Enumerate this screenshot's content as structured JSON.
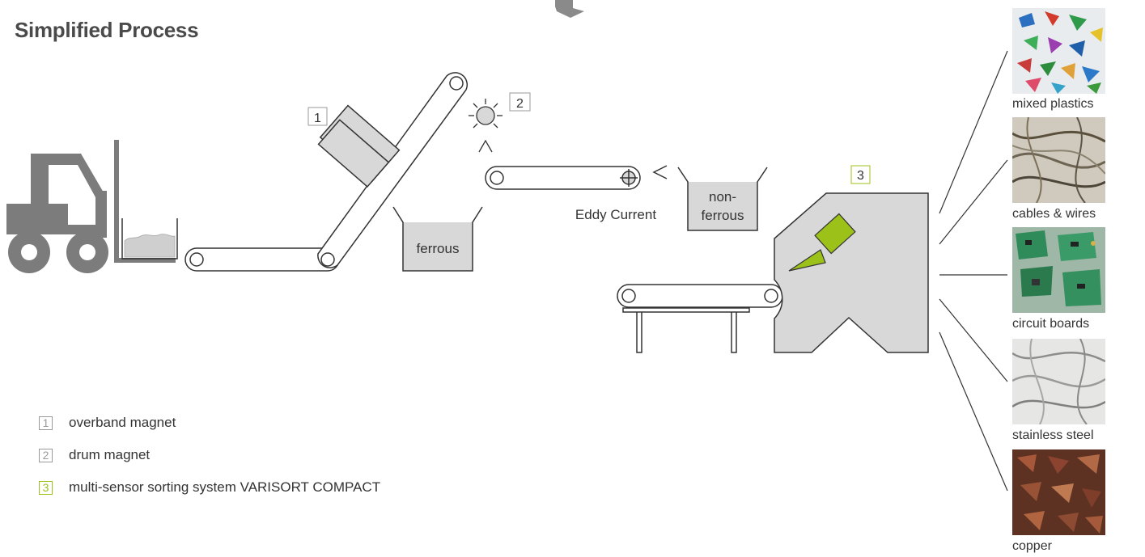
{
  "title": "Simplified Process",
  "colors": {
    "machine_gray": "#7c7c7c",
    "light_fill": "#d8d8d8",
    "accent_green": "#9cc21a",
    "line": "#333333"
  },
  "diagram": {
    "marker_1": "1",
    "marker_2": "2",
    "marker_3": "3",
    "ferrous_label": "ferrous",
    "nonferrous_label_line1": "non-",
    "nonferrous_label_line2": "ferrous",
    "eddy_current_label": "Eddy Current"
  },
  "legend": [
    {
      "num": "1",
      "text": "overband magnet"
    },
    {
      "num": "2",
      "text": "drum magnet"
    },
    {
      "num": "3",
      "text": "multi-sensor sorting system VARISORT COMPACT"
    }
  ],
  "outputs": [
    {
      "label": "mixed plastics",
      "icon": "mixed-plastics-photo"
    },
    {
      "label": "cables & wires",
      "icon": "cables-wires-photo"
    },
    {
      "label": "circuit boards",
      "icon": "circuit-boards-photo"
    },
    {
      "label": "stainless steel",
      "icon": "stainless-steel-photo"
    },
    {
      "label": "copper",
      "icon": "copper-photo"
    }
  ]
}
